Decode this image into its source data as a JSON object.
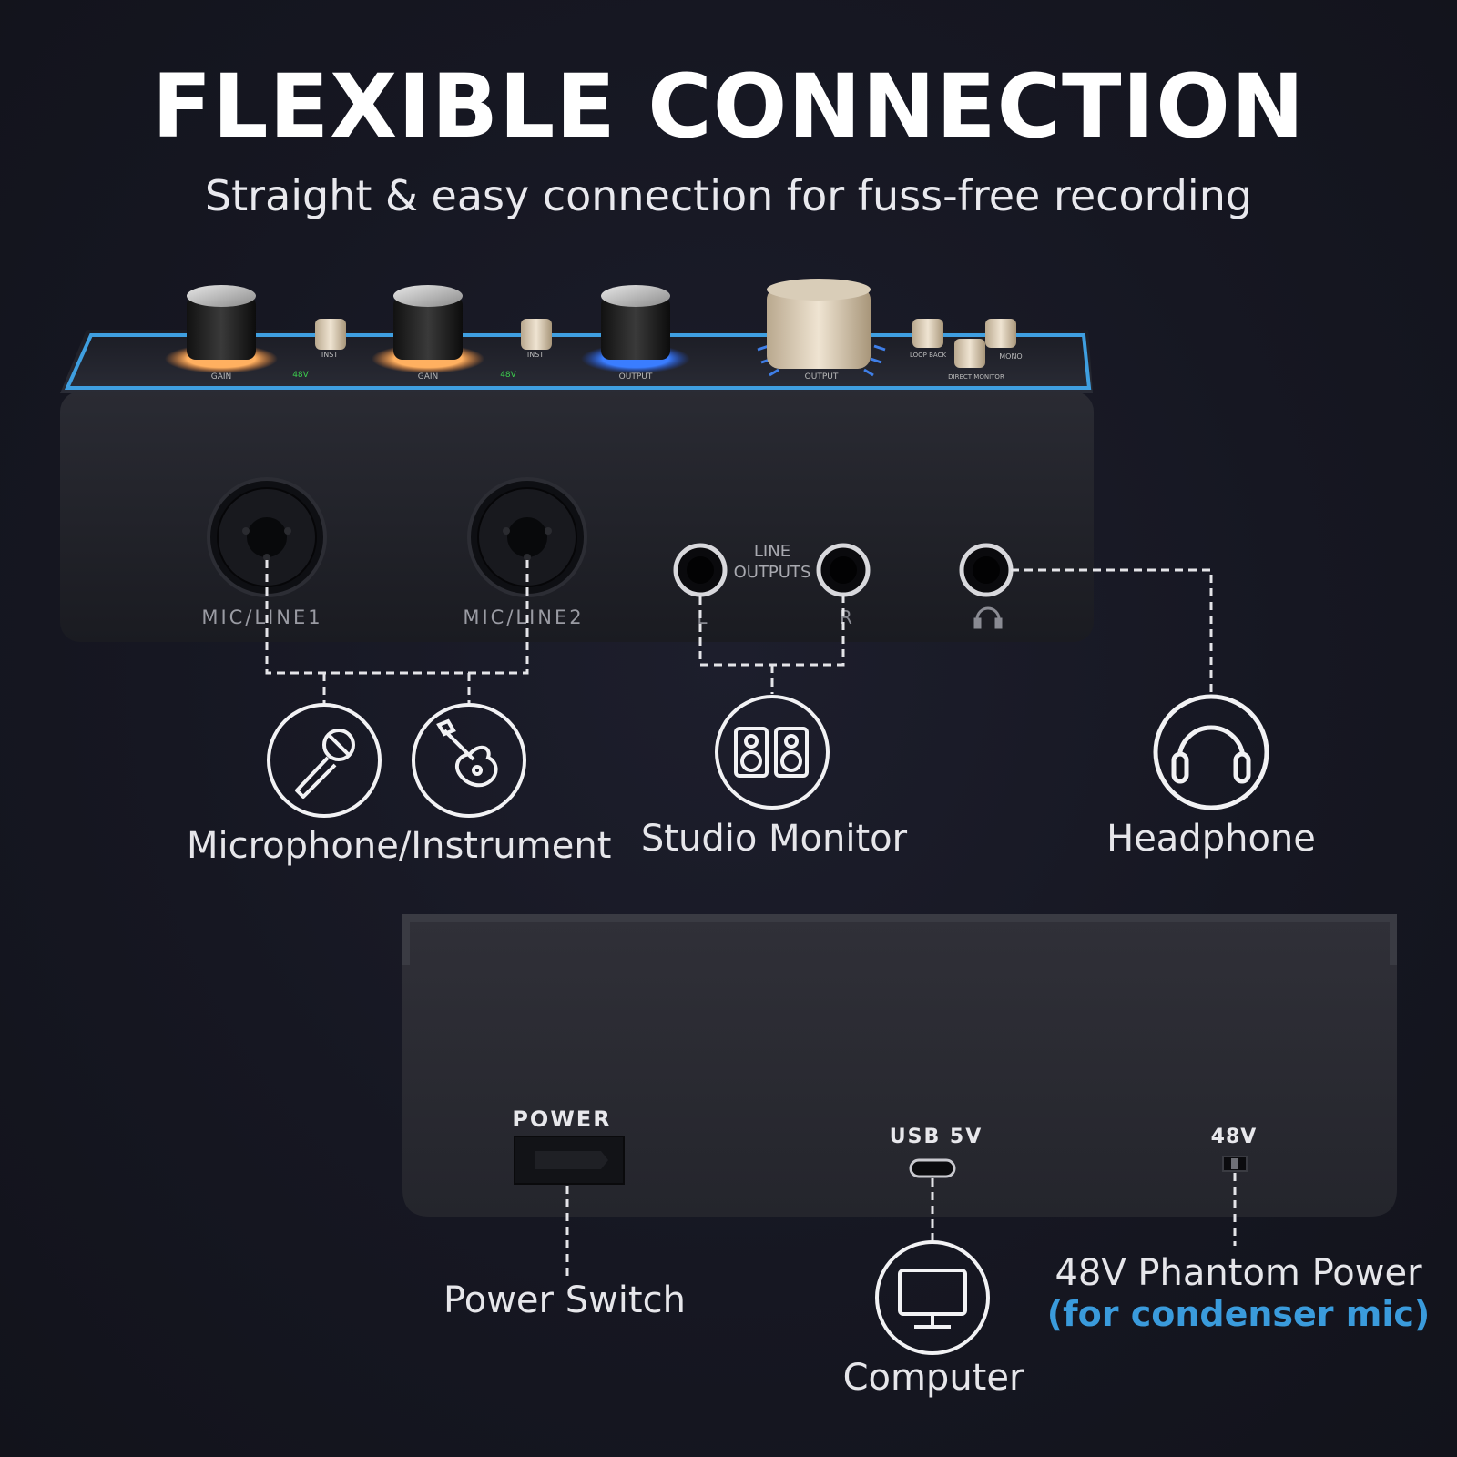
{
  "header": {
    "title": "FLEXIBLE CONNECTION",
    "subtitle": "Straight & easy connection for fuss-free recording"
  },
  "front_panel": {
    "top_labels": {
      "gain_1": "GAIN",
      "phantom_1": "48V",
      "inst_1": "INST",
      "gain_2": "GAIN",
      "phantom_2": "48V",
      "inst_2": "INST",
      "output_1": "OUTPUT",
      "output_2": "OUTPUT",
      "loopback": "LOOP BACK",
      "mono": "MONO",
      "direct_monitor": "DIRECT MONITOR"
    },
    "inputs": {
      "mic_line_1": "MIC/LINE1",
      "mic_line_2": "MIC/LINE2"
    },
    "line_outputs": {
      "label_line1": "LINE",
      "label_line2": "OUTPUTS",
      "left": "L",
      "right": "R"
    }
  },
  "connections": {
    "microphone_instrument": "Microphone/Instrument",
    "studio_monitor": "Studio Monitor",
    "headphone": "Headphone"
  },
  "back_panel": {
    "power_label": "POWER",
    "usb_label": "USB 5V",
    "phantom_label": "48V",
    "power_switch": "Power Switch",
    "computer": "Computer",
    "phantom_power": "48V Phantom Power",
    "phantom_note": "(for condenser mic)"
  },
  "icons": [
    "microphone-icon",
    "guitar-icon",
    "speakers-icon",
    "headphones-icon",
    "monitor-icon"
  ],
  "colors": {
    "background": "#15161f",
    "accent_blue": "#3f9fe0",
    "gain_ring": "#f0a050",
    "output_ring": "#2f6fe8",
    "phantom_green": "#3ccf4e",
    "note_blue": "#3a9bdc"
  }
}
